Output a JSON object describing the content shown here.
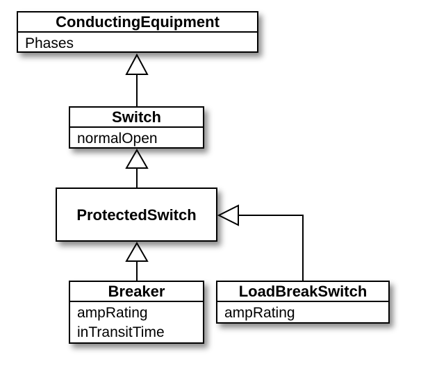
{
  "classes": {
    "conducting_equipment": {
      "name": "ConductingEquipment",
      "attributes": [
        "Phases"
      ]
    },
    "switch": {
      "name": "Switch",
      "attributes": [
        "normalOpen"
      ]
    },
    "protected_switch": {
      "name": "ProtectedSwitch",
      "attributes": []
    },
    "breaker": {
      "name": "Breaker",
      "attributes": [
        "ampRating",
        "inTransitTime"
      ]
    },
    "load_break_switch": {
      "name": "LoadBreakSwitch",
      "attributes": [
        "ampRating"
      ]
    }
  },
  "relations": [
    {
      "type": "generalization",
      "from": "Switch",
      "to": "ConductingEquipment"
    },
    {
      "type": "generalization",
      "from": "ProtectedSwitch",
      "to": "Switch"
    },
    {
      "type": "generalization",
      "from": "Breaker",
      "to": "ProtectedSwitch"
    },
    {
      "type": "generalization",
      "from": "LoadBreakSwitch",
      "to": "ProtectedSwitch"
    }
  ]
}
